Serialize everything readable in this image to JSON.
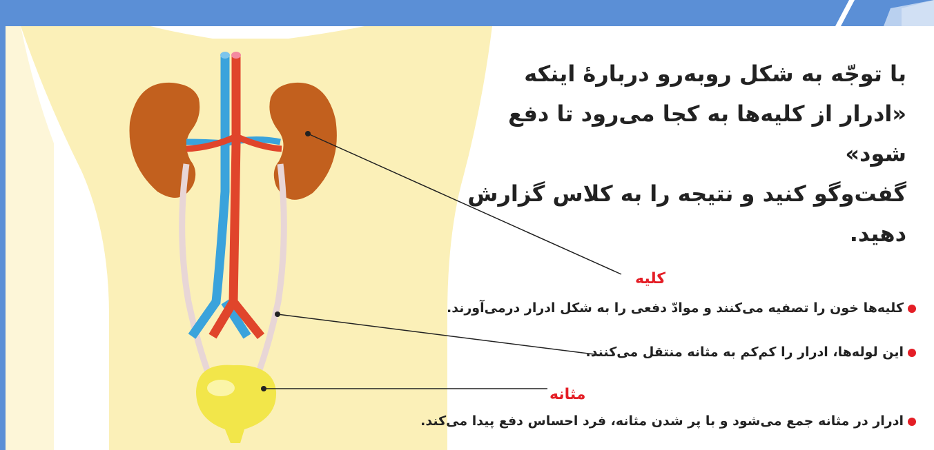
{
  "question": {
    "line1": "با توجّه به شکل روبه‌رو دربارهٔ اینکه",
    "line2": "«ادرار از کلیه‌ها به کجا می‌رود تا دفع شود»",
    "line3": "گفت‌وگو کنید و نتیجه را به کلاس گزارش",
    "line4": "دهید."
  },
  "labels": {
    "kidney": "کلیه",
    "bladder": "مثانه"
  },
  "notes": {
    "kidney_note": "کلیه‌ها خون را تصفیه می‌کنند و موادّ دفعی را به شکل ادرار درمی‌آورند.",
    "ureter_note": "این لوله‌ها، ادرار را کم‌کم به مثانه منتقل می‌کنند.",
    "bladder_note": "ادرار در مثانه جمع می‌شود و با پر شدن مثانه، فرد احساس دفع پیدا می‌کند."
  },
  "colors": {
    "frame_blue": "#5b8fd6",
    "skin": "#fbf0b8",
    "kidney": "#c2601e",
    "artery": "#e0452b",
    "vein": "#3aa3dc",
    "bladder": "#f2e64a",
    "label_red": "#e41e26"
  }
}
